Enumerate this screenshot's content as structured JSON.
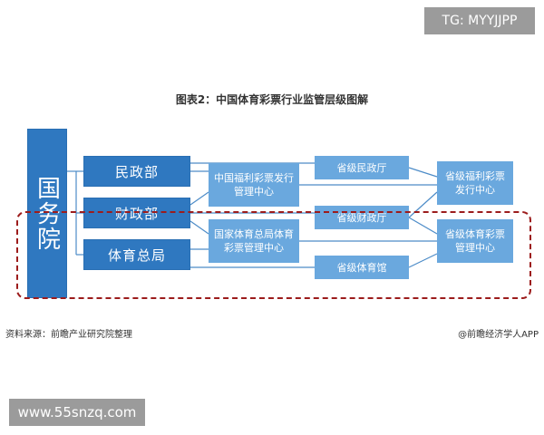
{
  "watermark_top": "TG: MYYJJPP",
  "watermark_bottom": "www.55snzq.com",
  "title": "图表2：中国体育彩票行业监管层级图解",
  "state_council": "国务院",
  "departments": [
    "民政部",
    "财政部",
    "体育总局"
  ],
  "centers": [
    "中国福利彩票发行管理中心",
    "国家体育总局体育彩票管理中心"
  ],
  "provincial_departments": [
    "省级民政厅",
    "省级财政厅",
    "省级体育馆"
  ],
  "provincial_centers": [
    "省级福利彩票发行中心",
    "省级体育彩票管理中心"
  ],
  "source": "资料来源：前瞻产业研究院整理",
  "publisher": "@前瞻经济学人APP",
  "colors": {
    "dark_box": "#2f78c0",
    "light_box": "#6aa8de",
    "dashed_border": "#9c1c1c",
    "line": "#4d8cc8"
  }
}
